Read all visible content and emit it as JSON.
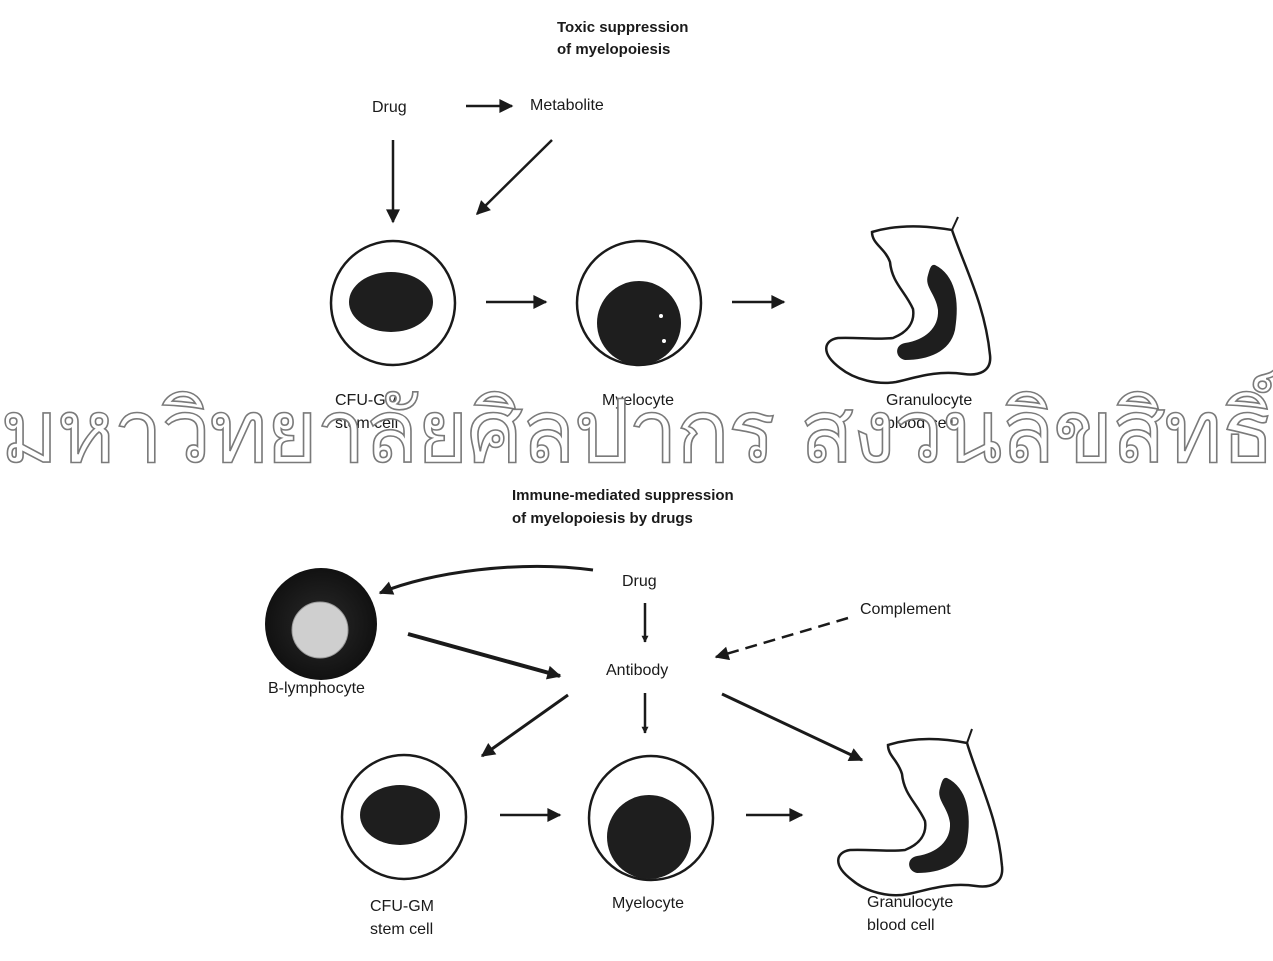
{
  "top_panel": {
    "title_line1": "Toxic suppression",
    "title_line2": "of myelopoiesis",
    "drug": "Drug",
    "metabolite": "Metabolite",
    "stem_line1": "CFU-GM",
    "stem_line2": "stem cell",
    "myelocyte": "Myelocyte",
    "gran_line1": "Granulocyte",
    "gran_line2": "blood cell"
  },
  "bottom_panel": {
    "title_line1": "Immune-mediated suppression",
    "title_line2": "of myelopoiesis by drugs",
    "drug": "Drug",
    "antibody": "Antibody",
    "complement": "Complement",
    "b_lymphocyte": "B-lymphocyte",
    "stem_line1": "CFU-GM",
    "stem_line2": "stem cell",
    "myelocyte": "Myelocyte",
    "gran_line1": "Granulocyte",
    "gran_line2": "blood cell"
  },
  "watermark": "มหาวิทยาลัยศิลปากร สงวนลิขสิทธิ์"
}
